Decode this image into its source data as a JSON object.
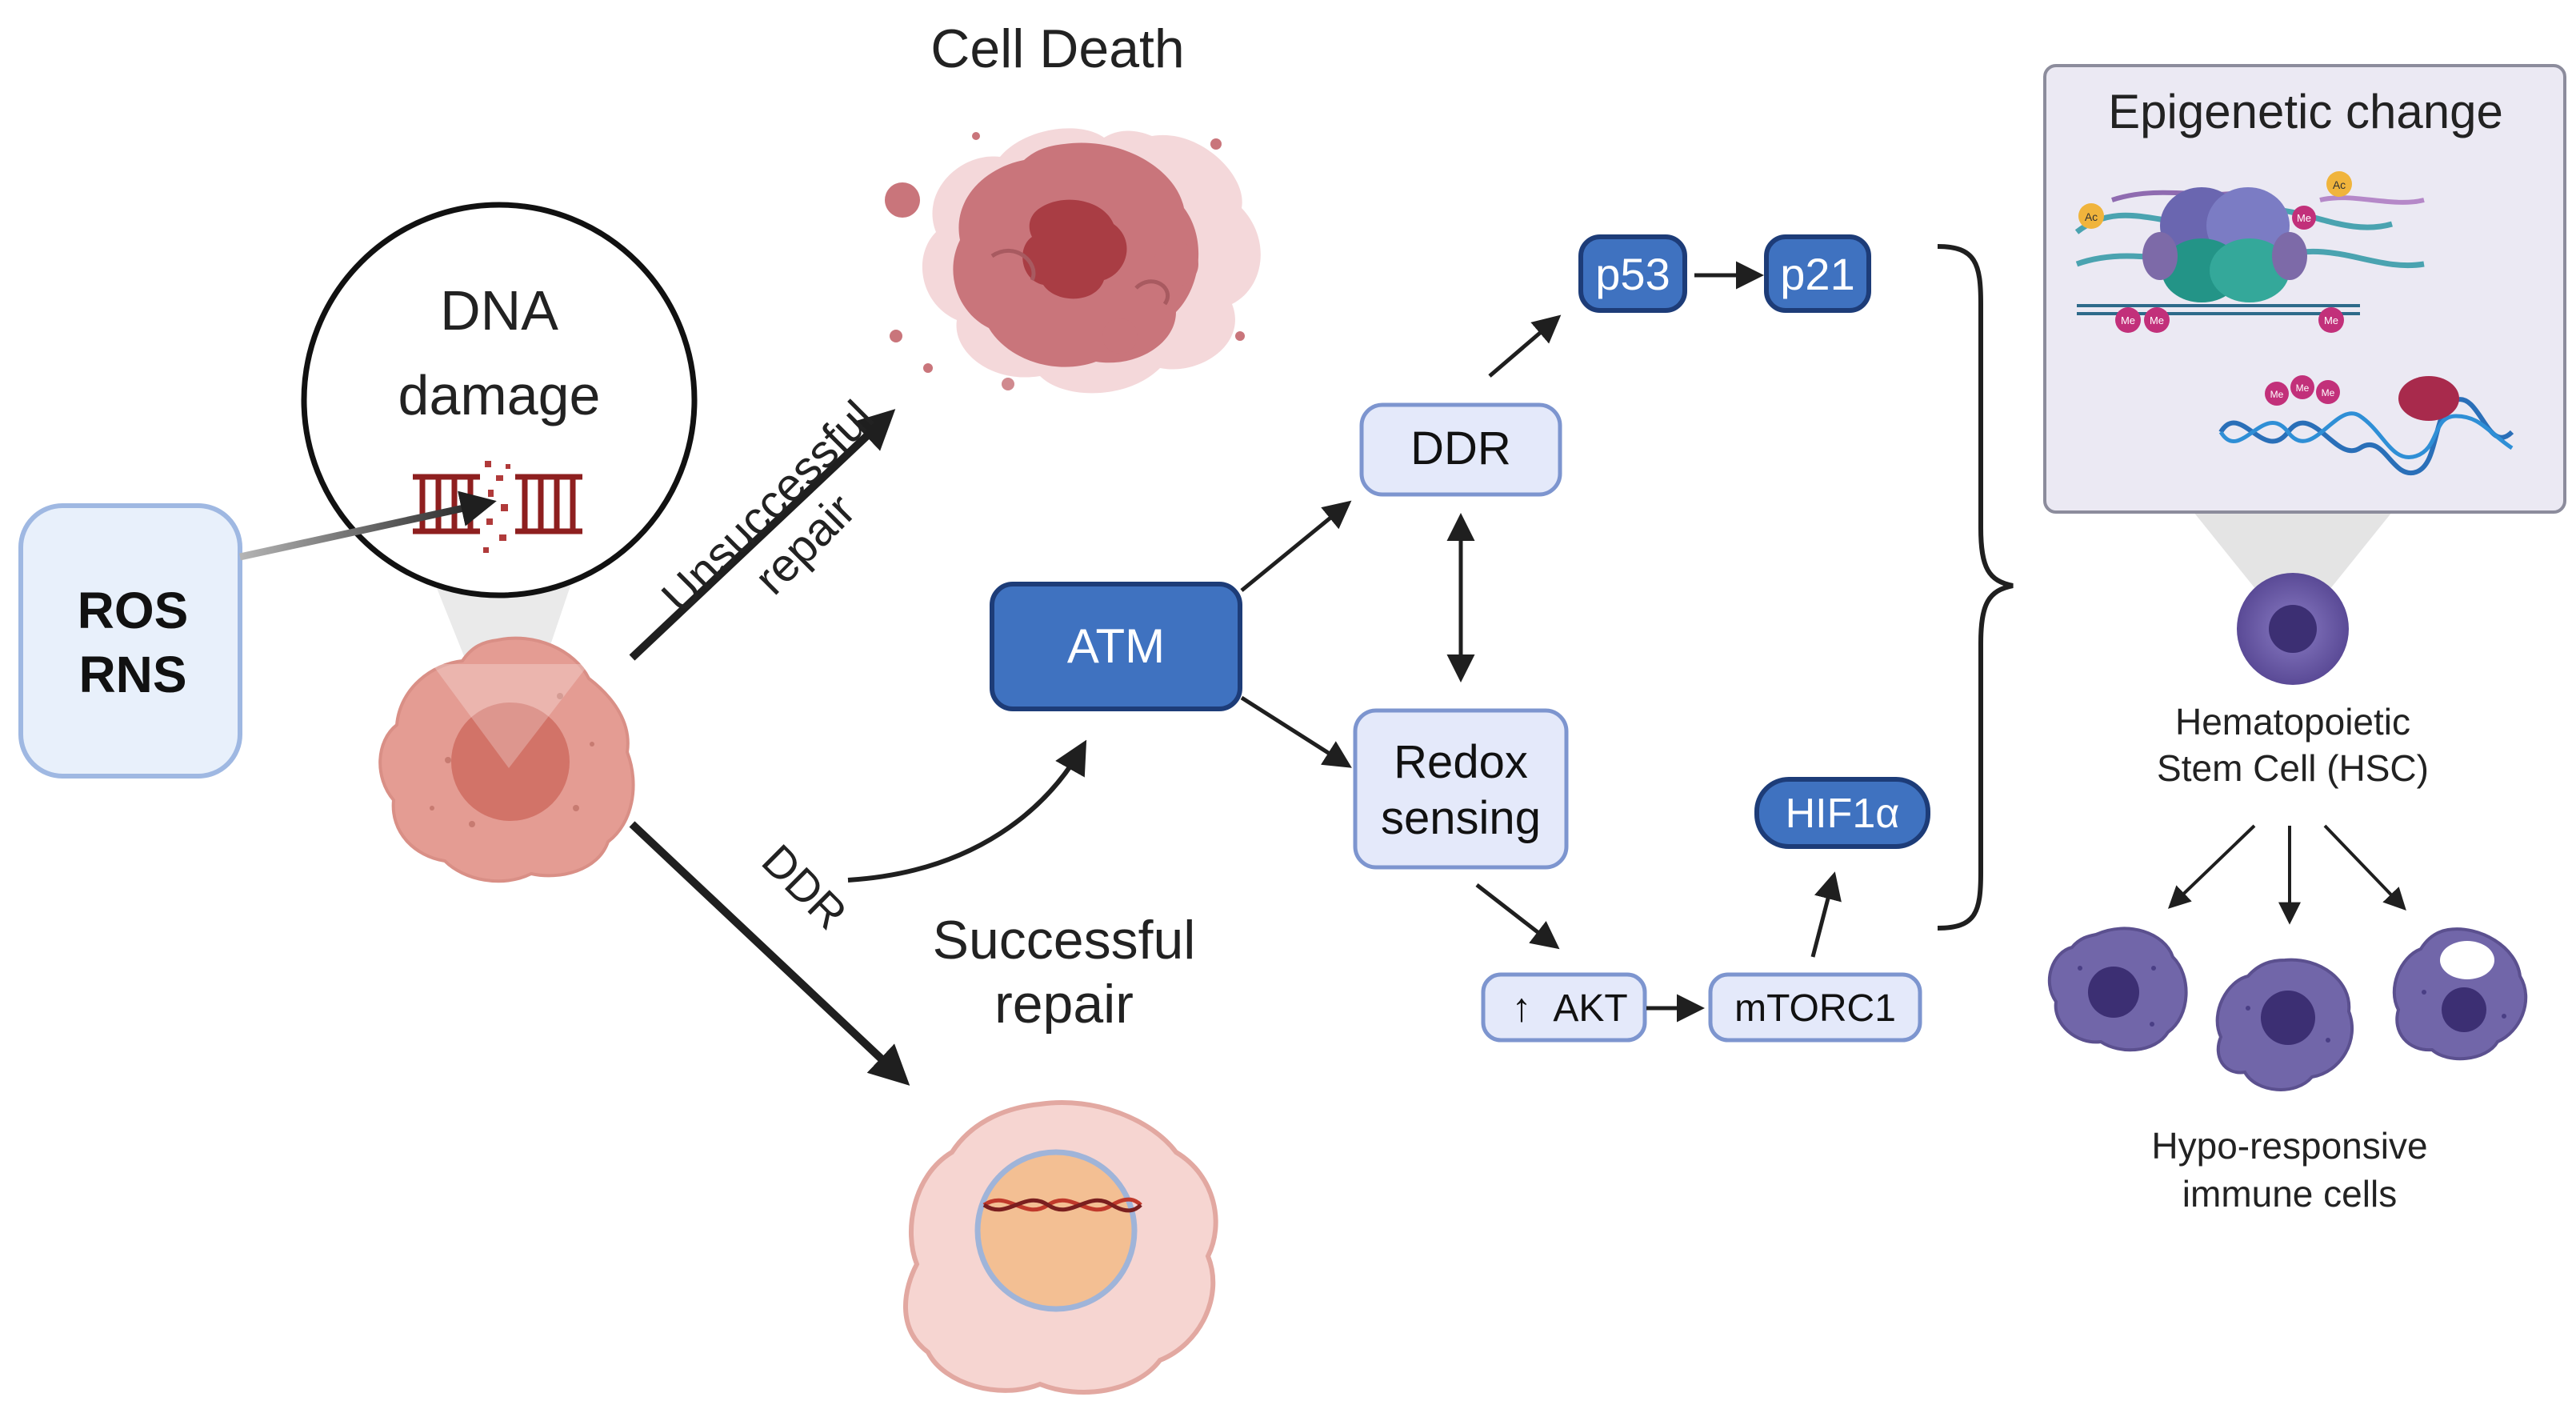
{
  "labels": {
    "ros": "ROS",
    "rns": "RNS",
    "dna_line1": "DNA",
    "dna_line2": "damage",
    "cell_death": "Cell Death",
    "unsuccessful_line1": "Unsuccessful",
    "unsuccessful_line2": "repair",
    "ddr_path": "DDR",
    "successful_line1": "Successful",
    "successful_line2": "repair",
    "atm": "ATM",
    "ddr": "DDR",
    "redox_line1": "Redox",
    "redox_line2": "sensing",
    "p53": "p53",
    "p21": "p21",
    "hif1a": "HIF1α",
    "akt_arrow": "↑",
    "akt": "AKT",
    "mtorc1": "mTORC1",
    "epigenetic": "Epigenetic change",
    "mod_ac": "Ac",
    "mod_me": "Me",
    "hsc_line1": "Hematopoietic",
    "hsc_line2": "Stem Cell (HSC)",
    "hypo_line1": "Hypo-responsive",
    "hypo_line2": "immune cells"
  },
  "colors": {
    "dark_blue": "#3f72c0",
    "light_blue_fill": "#e4e9fa",
    "navy_stroke": "#1d3c78",
    "ros_fill": "#e8f0fb",
    "ros_stroke": "#9fb8e2",
    "arrow": "#1f1f1f",
    "cell_red": "#e49c93",
    "death_cell": "#c9757b",
    "hsc_purple": "#6d5ca6",
    "immune_purple": "#7166a9"
  }
}
